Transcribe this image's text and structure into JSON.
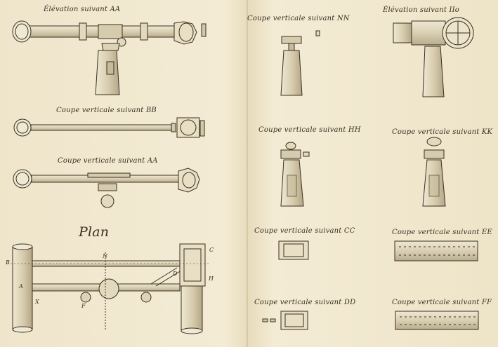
{
  "captions": {
    "elevation_aa": "Élévation suivant AA",
    "coupe_bb": "Coupe verticale suivant BB",
    "coupe_aa": "Coupe verticale suivant AA",
    "plan": "Plan",
    "coupe_nn": "Coupe verticale suivant NN",
    "elevation_ii": "Élévation suivant IIo",
    "coupe_hh": "Coupe verticale suivant HH",
    "coupe_kk": "Coupe verticale suivant KK",
    "coupe_cc": "Coupe verticale suivant CC",
    "coupe_ee": "Coupe verticale suivant EE",
    "coupe_dd": "Coupe verticale suivant DD",
    "coupe_ff": "Coupe verticale suivant FF"
  },
  "plan_letters": {
    "a": "A",
    "b": "B",
    "c": "C",
    "d": "D",
    "f": "F",
    "h": "H",
    "n": "N",
    "x": "X"
  },
  "colors": {
    "paper": "#efe6cc",
    "ink": "#3a2f22"
  }
}
